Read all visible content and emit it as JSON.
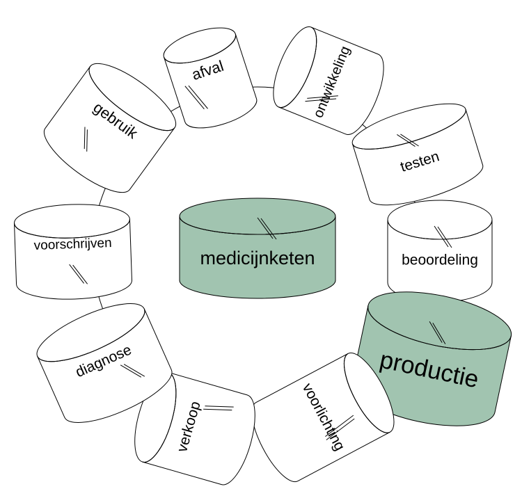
{
  "diagram": {
    "center": {
      "label": "medicijnketen",
      "fill": "#a1c4b0"
    },
    "stages": [
      {
        "id": "afval",
        "label": "afval",
        "highlight": false
      },
      {
        "id": "ontwikkeling",
        "label": "ontwikkeling",
        "highlight": false
      },
      {
        "id": "testen",
        "label": "testen",
        "highlight": false
      },
      {
        "id": "beoordeling",
        "label": "beoordeling",
        "highlight": false
      },
      {
        "id": "productie",
        "label": "productie",
        "highlight": true
      },
      {
        "id": "voorlichting",
        "label": "voorlichting",
        "highlight": false
      },
      {
        "id": "verkoop",
        "label": "verkoop",
        "highlight": false
      },
      {
        "id": "diagnose",
        "label": "diagnose",
        "highlight": false
      },
      {
        "id": "voorschrijven",
        "label": "voorschrijven",
        "highlight": false
      },
      {
        "id": "gebruik",
        "label": "gebruik",
        "highlight": false
      }
    ],
    "colors": {
      "highlight": "#a1c4b0",
      "normal": "#ffffff",
      "stroke": "#000000"
    }
  }
}
